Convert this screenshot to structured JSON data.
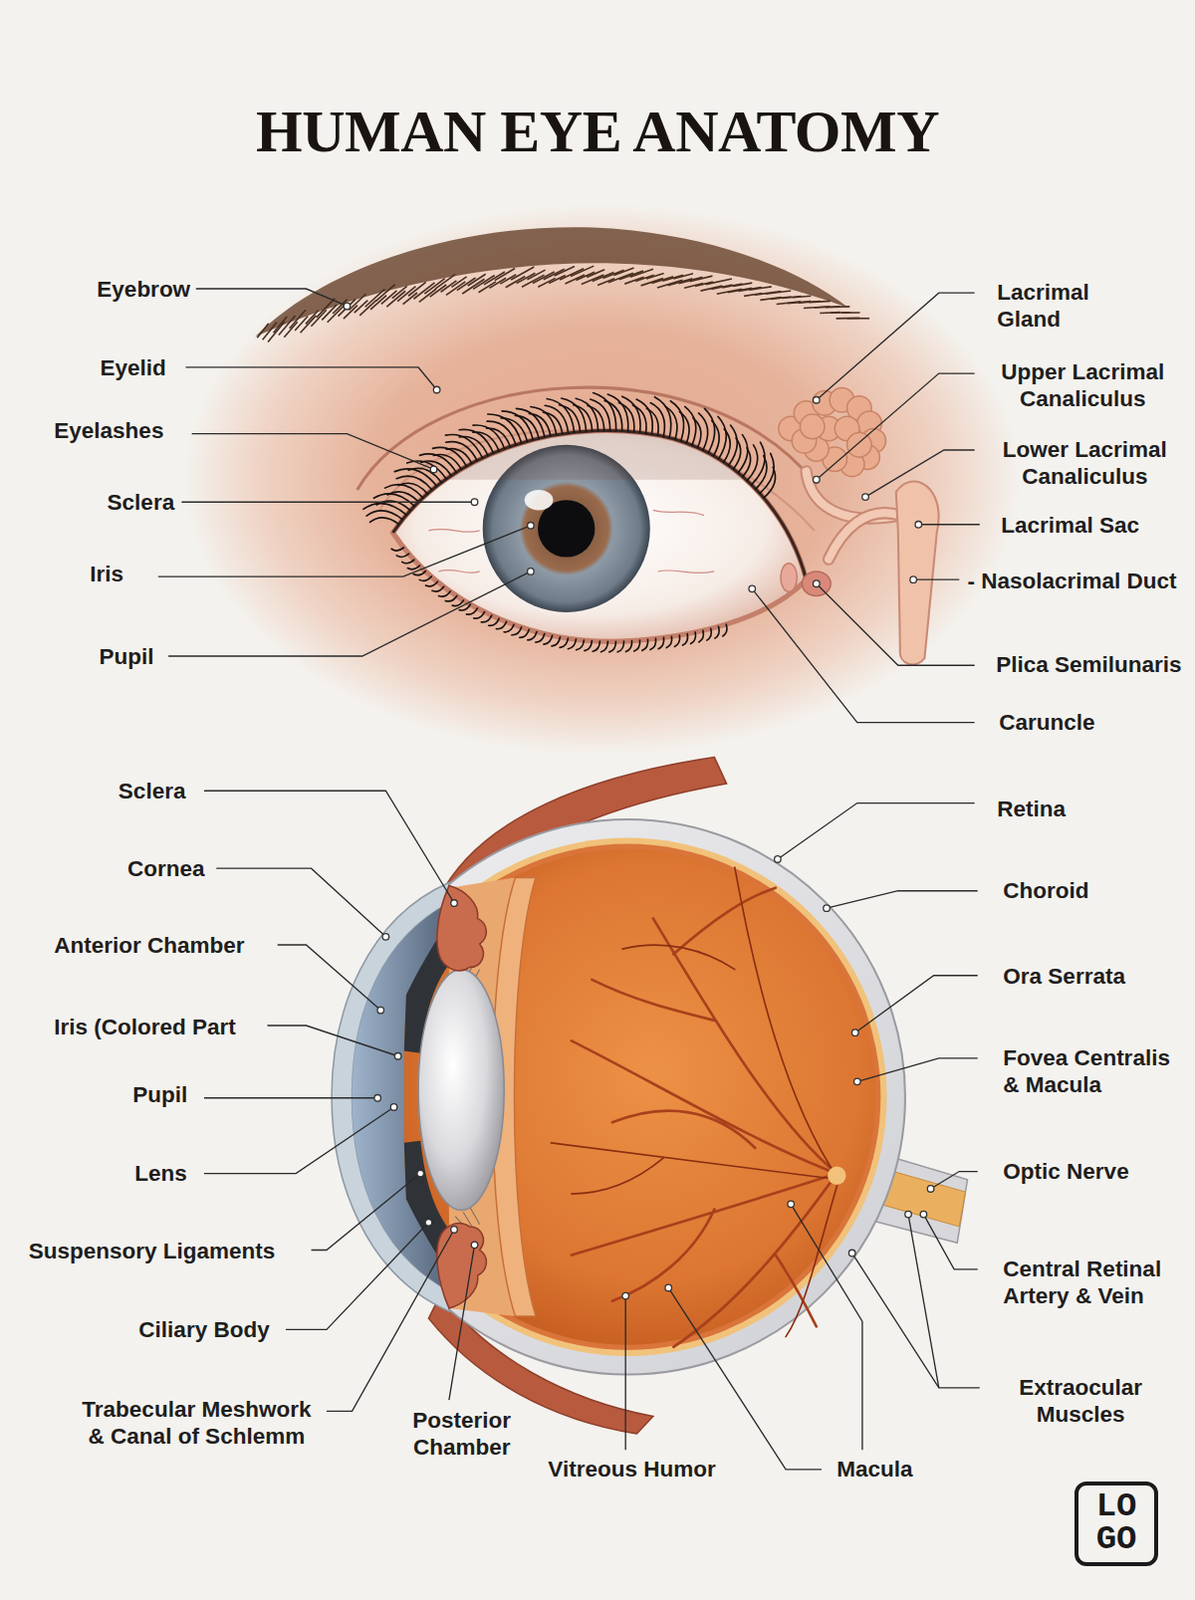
{
  "diagram": {
    "title": "HUMAN EYE ANATOMY",
    "nodes": [
      {
        "text": [
          "LO GO"
        ]
      }
    ],
    "labels": [
      "Eyebrow",
      "Eyelid",
      "Eyelashes",
      "Sclera",
      "Iris",
      "Pupil",
      "Lacrimal Gland",
      "Upper Lacrimal Canaliculus",
      "Lower Lacrimal Canaliculus",
      "Lacrimal Sac",
      "- Nasolacrimal Duct",
      "Plica Semilunaris",
      "Caruncle",
      "Sclera",
      "Cornea",
      "Anterior Chamber",
      "Iris (Colored Part",
      "Pupil",
      "Lens",
      "Suspensory Ligaments",
      "Ciliary Body",
      "Trabecular Meshwork & Canal of Schlemm",
      "Posterior Chamber",
      "Vitreous Humor",
      "Macula",
      "Retina",
      "Choroid",
      "Ora Serrata",
      "Fovea Centralis & Macula",
      "Optic Nerve",
      "Central Retinal Artery & Vein",
      "Extraocular Muscles"
    ]
  }
}
